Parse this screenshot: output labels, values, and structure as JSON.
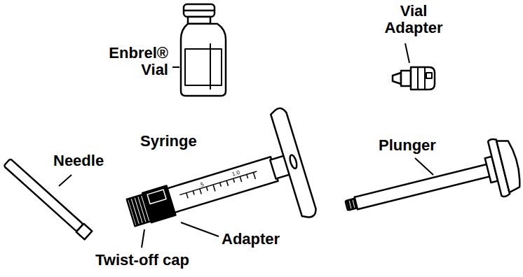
{
  "diagram": {
    "labels": [
      "Enbrel® Vial",
      "Vial Adapter",
      "Syringe",
      "Needle",
      "Adapter",
      "Twist-off cap",
      "Plunger",
      ".5",
      "1.0"
    ]
  }
}
